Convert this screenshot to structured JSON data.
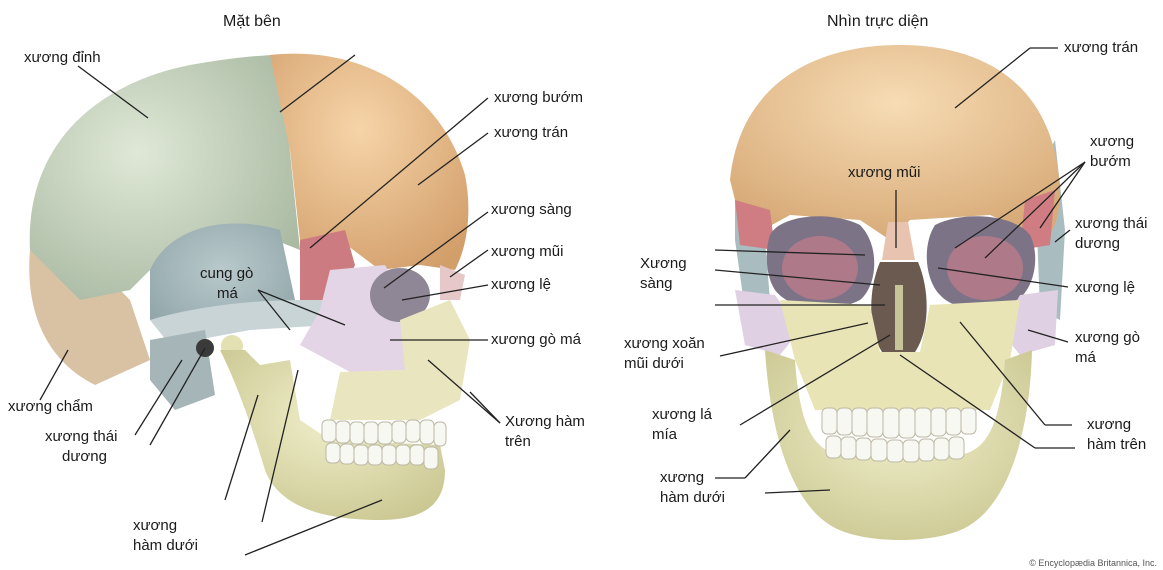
{
  "lateral": {
    "title": "Mặt bên",
    "labels": {
      "parietal": "xương đỉnh",
      "sphenoid": "xương bướm",
      "frontal": "xương trán",
      "ethmoid": "xương sàng",
      "nasal": "xương mũi",
      "lacrimal": "xương lệ",
      "zygomatic_arch_1": "cung gò",
      "zygomatic_arch_2": "má",
      "zygomatic": "xương gò má",
      "maxilla_1": "Xương hàm",
      "maxilla_2": "trên",
      "occipital": "xương chẩm",
      "temporal_1": "xương thái",
      "temporal_2": "dương",
      "mandible_1": "xương",
      "mandible_2": "hàm dưới"
    }
  },
  "frontal": {
    "title": "Nhìn trực diện",
    "labels": {
      "frontal": "xương trán",
      "nasal": "xương mũi",
      "sphenoid_1": "xương",
      "sphenoid_2": "bướm",
      "temporal_1": "xương thái",
      "temporal_2": "dương",
      "ethmoid_1": "Xương",
      "ethmoid_2": "sàng",
      "lacrimal": "xương lệ",
      "inferior_concha_1": "xương xoăn",
      "inferior_concha_2": "mũi dưới",
      "zygomatic_1": "xương gò",
      "zygomatic_2": "má",
      "vomer_1": "xương lá",
      "vomer_2": "mía",
      "maxilla_1": "xương",
      "maxilla_2": "hàm trên",
      "mandible_1": "xương",
      "mandible_2": "hàm dưới"
    }
  },
  "credit": "© Encyclopædia Britannica, Inc.",
  "colors": {
    "parietal": "#c9d6bf",
    "frontal": "#e8be8e",
    "sphenoid": "#cf7d82",
    "temporal": "#9fb3b6",
    "zygomatic": "#e0d0e3",
    "maxilla": "#e6e2b7",
    "mandible": "#e3e1b2",
    "occipital": "#d8c3a8",
    "lines": "#222222"
  }
}
